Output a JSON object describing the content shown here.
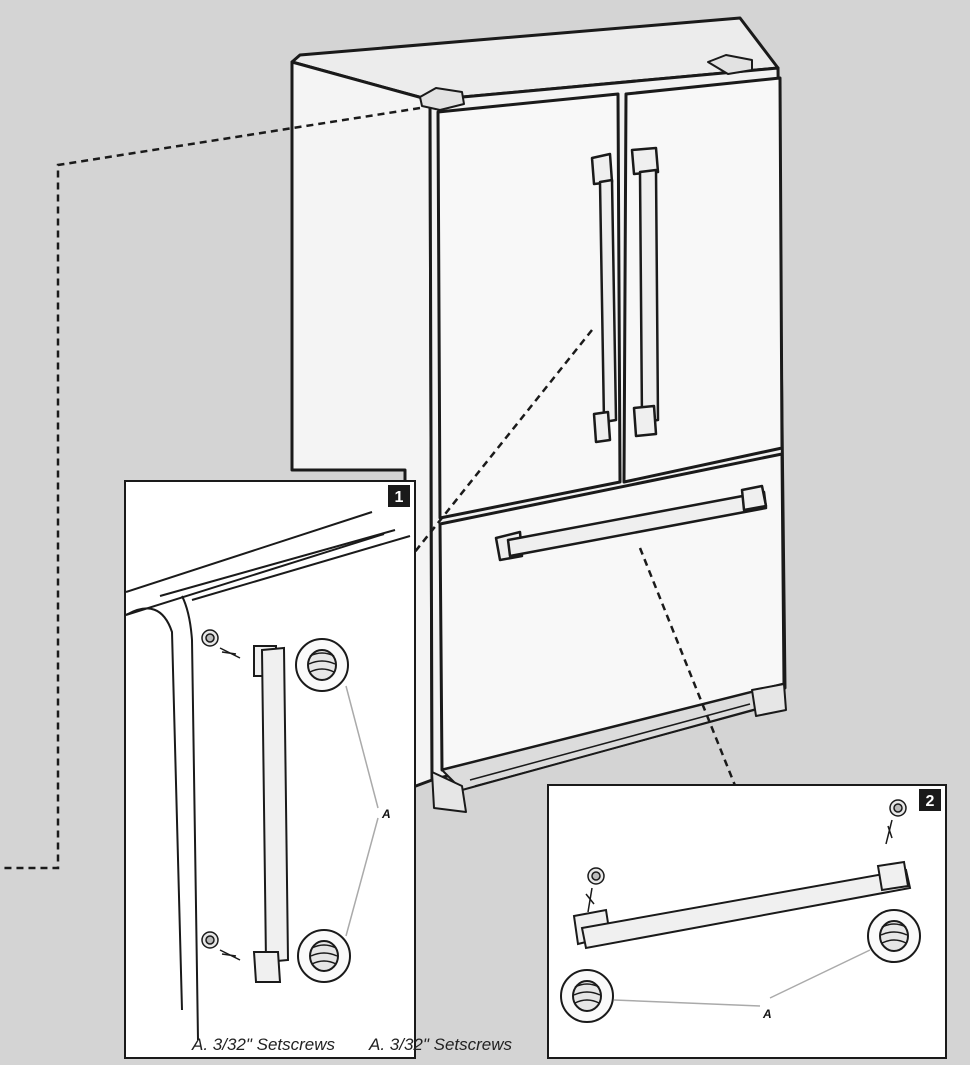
{
  "steps": [
    {
      "number": "1",
      "callout": "A"
    },
    {
      "number": "2",
      "callout": "A"
    }
  ],
  "caption_1": "A. 3/32\" Setscrews",
  "caption_2": "A. 3/32\" Setscrews"
}
